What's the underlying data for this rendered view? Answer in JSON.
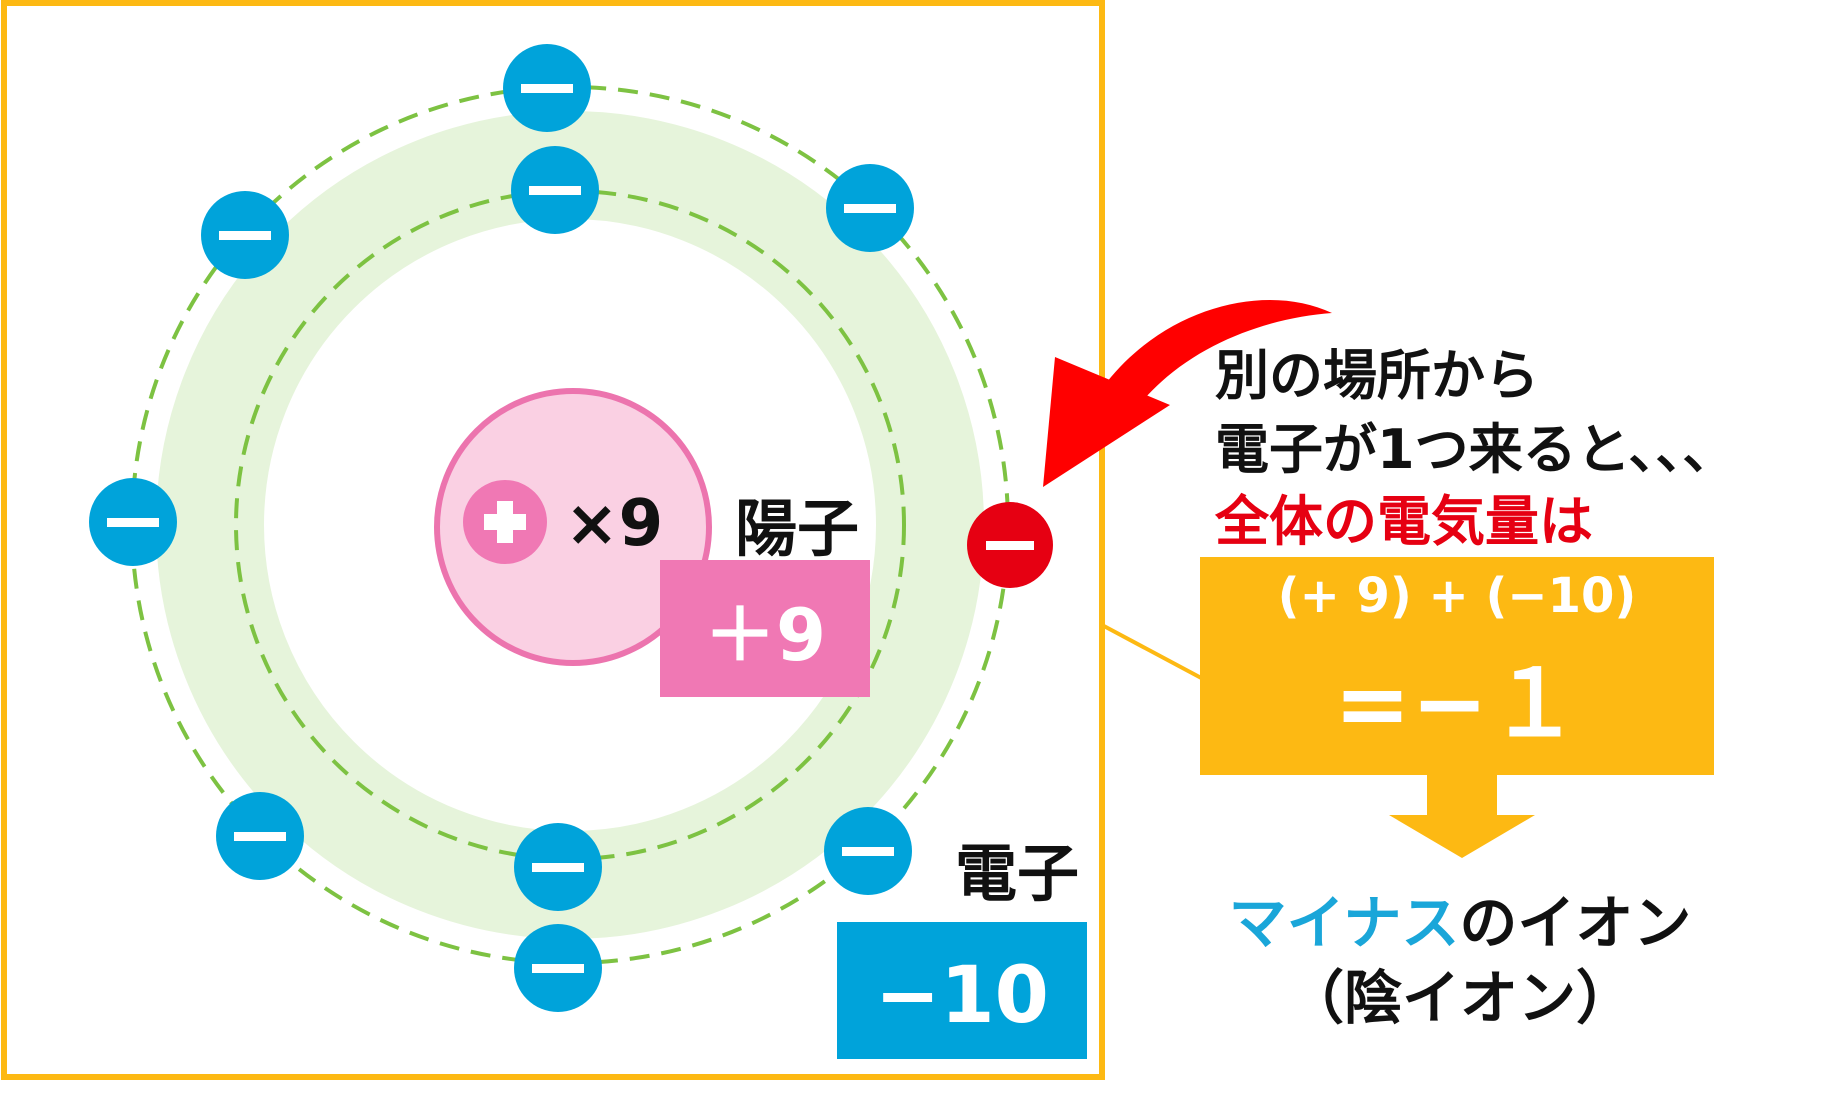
{
  "nucleus": {
    "plus_symbol": "+",
    "multiplier": "×9",
    "proton_label": "陽子",
    "proton_charge": "＋9"
  },
  "electrons": {
    "symbol": "−",
    "label": "電子",
    "charge": "−10",
    "added_symbol": "−"
  },
  "explanation": {
    "line1": "別の場所から",
    "line2": "電子が1つ来ると、、、",
    "line3": "全体の電気量は"
  },
  "result": {
    "formula": "(+ 9) + (−10)",
    "value": "=−１",
    "ion_part1": "マイナス",
    "ion_part2": "のイオン",
    "ion_line2": "（陰イオン）"
  },
  "colors": {
    "border": "#FDB913",
    "shell_fill": "#E6F4DB",
    "shell_dash": "#7DC242",
    "electron": "#00A3DA",
    "added_electron": "#E60012",
    "nucleus_fill": "#FAD0E3",
    "nucleus_stroke": "#EC74AE",
    "proton_box": "#F078B4",
    "electron_box": "#00A3DA",
    "result_box": "#FDB913",
    "arrow": "#FF0000",
    "highlight_text": "#E60012",
    "minus_word": "#1AA6D9"
  }
}
